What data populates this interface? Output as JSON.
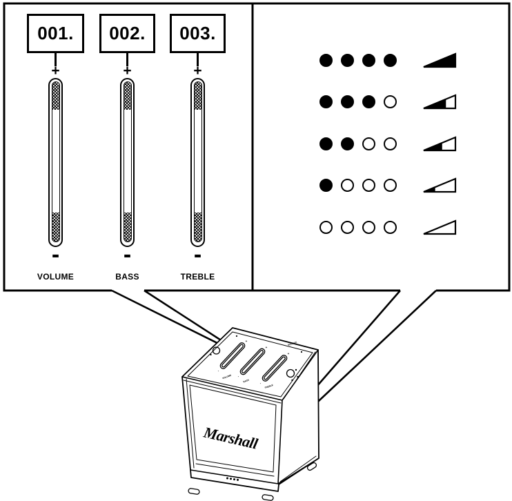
{
  "colors": {
    "line": "#000000",
    "background": "#ffffff"
  },
  "control_panel": {
    "sliders": [
      {
        "number": "001.",
        "plus": "+",
        "minus": "-",
        "label": "VOLUME"
      },
      {
        "number": "002.",
        "plus": "+",
        "minus": "-",
        "label": "BASS"
      },
      {
        "number": "003.",
        "plus": "+",
        "minus": "-",
        "label": "TREBLE"
      }
    ]
  },
  "indicator_panel": {
    "rows": [
      {
        "leds": [
          1,
          1,
          1,
          1
        ],
        "volume_fraction": 1
      },
      {
        "leds": [
          1,
          1,
          1,
          0
        ],
        "volume_fraction": 0.68
      },
      {
        "leds": [
          1,
          1,
          0,
          0
        ],
        "volume_fraction": 0.56
      },
      {
        "leds": [
          1,
          0,
          0,
          0
        ],
        "volume_fraction": 0.34
      },
      {
        "leds": [
          0,
          0,
          0,
          0
        ],
        "volume_fraction": 0
      }
    ]
  },
  "speaker": {
    "brand": "Marshall",
    "top_labels": {
      "volume": "VOLUME",
      "bass": "BASS",
      "treble": "TREBLE",
      "source": "SOURCE",
      "plus": "+",
      "minus": "-"
    }
  }
}
